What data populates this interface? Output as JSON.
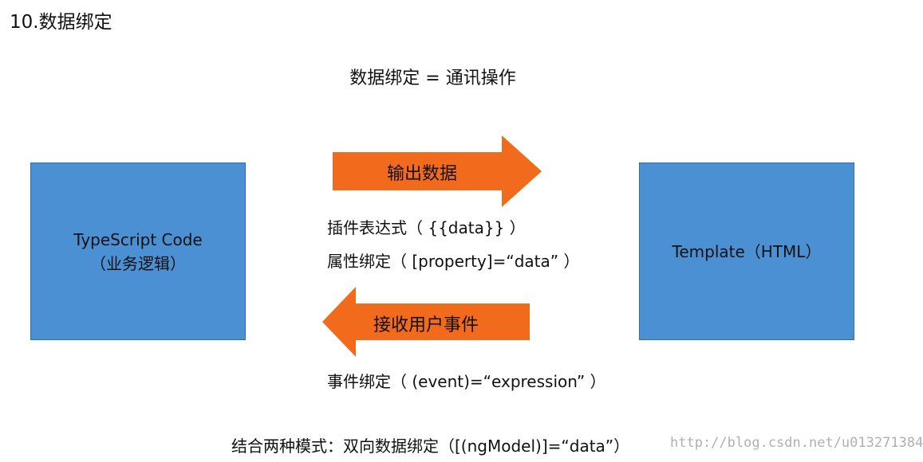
{
  "title": "10.数据绑定",
  "subtitle": "数据绑定 = 通讯操作",
  "left_box": {
    "line1": "TypeScript Code",
    "line2": "（业务逻辑）"
  },
  "right_box": {
    "label": "Template（HTML）"
  },
  "arrow_out": {
    "label": "输出数据"
  },
  "arrow_in": {
    "label": "接收用户事件"
  },
  "interpolation": "插件表达式（ {{data}} ）",
  "property_binding": "属性绑定（ [property]=“data” ）",
  "event_binding": "事件绑定（ (event)=“expression” ）",
  "footer": "结合两种模式：双向数据绑定（[(ngModel)]=“data”）",
  "watermark": "http://blog.csdn.net/u013271384",
  "colors": {
    "box": "#4a90d3",
    "arrow": "#f26a1b"
  }
}
